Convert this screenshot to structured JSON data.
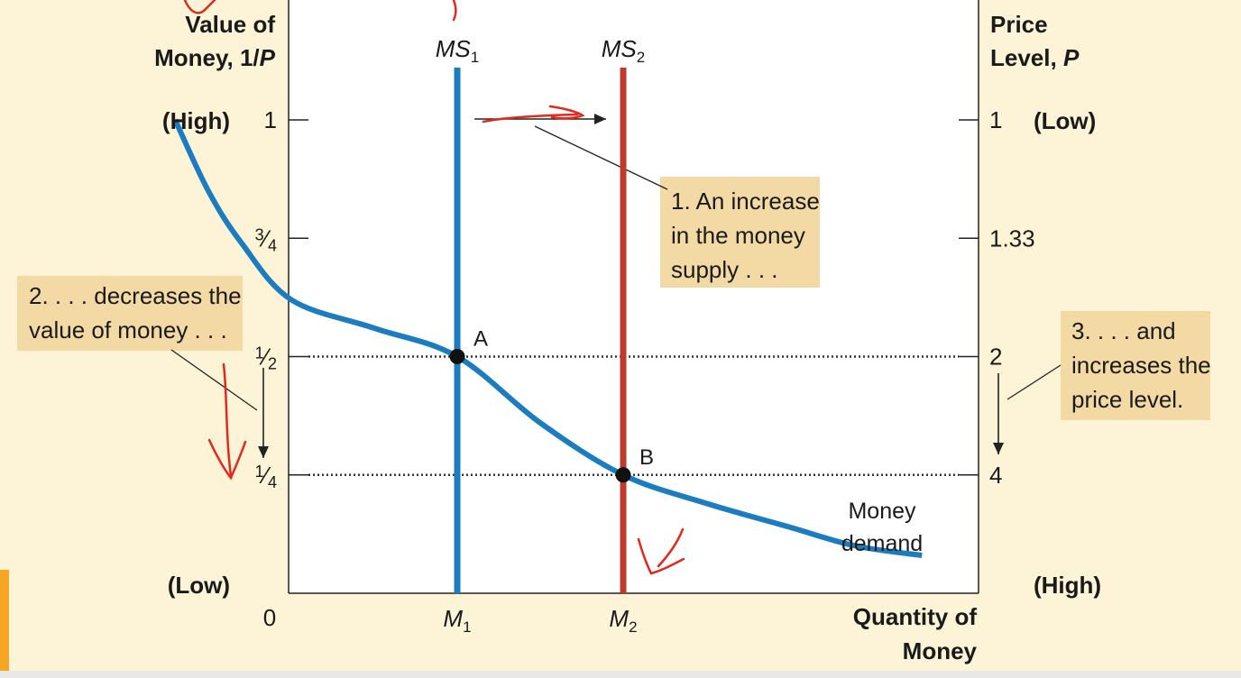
{
  "chart_data": {
    "type": "line",
    "left_axis_title": [
      "Value of",
      "Money, 1/P"
    ],
    "right_axis_title": [
      "Price",
      "Level, P"
    ],
    "x_axis_title": [
      "Quantity of",
      "Money"
    ],
    "left_high_label": "(High)",
    "left_low_label": "(Low)",
    "right_low_label": "(Low)",
    "right_high_label": "(High)",
    "origin_label": "0",
    "left_ticks": [
      {
        "value": 1,
        "label": "1"
      },
      {
        "value": 0.75,
        "label": "3/4"
      },
      {
        "value": 0.5,
        "label": "1/2"
      },
      {
        "value": 0.25,
        "label": "1/4"
      }
    ],
    "right_ticks": [
      {
        "value": 1,
        "label": "1"
      },
      {
        "value": 0.75,
        "label": "1.33"
      },
      {
        "value": 0.5,
        "label": "2"
      },
      {
        "value": 0.25,
        "label": "4"
      }
    ],
    "x_ticks": [
      {
        "value": 1,
        "label": "M1"
      },
      {
        "value": 2,
        "label": "M2"
      }
    ],
    "series": [
      {
        "name": "MS1",
        "x": 1,
        "color": "#1b7dbf"
      },
      {
        "name": "MS2",
        "x": 2,
        "color": "#c0392b"
      },
      {
        "name": "Money demand",
        "color": "#1b7dbf",
        "points": [
          [
            -0.7,
            1.0
          ],
          [
            -0.5,
            0.85
          ],
          [
            -0.3,
            0.74
          ],
          [
            0,
            0.62
          ],
          [
            0.5,
            0.56
          ],
          [
            1,
            0.5
          ],
          [
            1.5,
            0.36
          ],
          [
            2,
            0.25
          ],
          [
            2.5,
            0.19
          ],
          [
            3,
            0.14
          ],
          [
            3.4,
            0.1
          ],
          [
            3.8,
            0.08
          ]
        ]
      }
    ],
    "points": [
      {
        "label": "A",
        "x": 1,
        "y": 0.5
      },
      {
        "label": "B",
        "x": 2,
        "y": 0.25
      }
    ],
    "annotations": [
      {
        "id": "supply",
        "lines": [
          "1. An increase",
          "in the money",
          "supply . . ."
        ]
      },
      {
        "id": "value",
        "lines": [
          "2. . . . decreases the",
          "value of money . . ."
        ]
      },
      {
        "id": "price",
        "lines": [
          "3. . . . and",
          "increases the",
          "price level."
        ]
      }
    ],
    "demand_label": [
      "Money",
      "demand"
    ],
    "xlim": [
      -1,
      3.1
    ],
    "ylim": [
      0,
      1.2
    ],
    "grid": false,
    "colors": {
      "background": "#fdf3d6",
      "plot": "#ffffff",
      "annotation_box": "#f3d9a4",
      "ink_red": "#e02a1f"
    }
  }
}
